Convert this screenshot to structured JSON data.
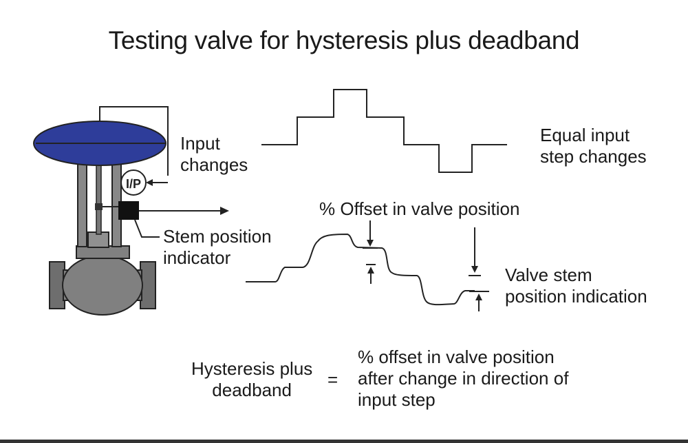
{
  "title": "Testing valve for hysteresis plus deadband",
  "labels": {
    "input_changes": [
      "Input",
      "changes"
    ],
    "ip_converter": "I/P",
    "stem_position_indicator": [
      "Stem position",
      "indicator"
    ],
    "equal_input_step_changes": [
      "Equal input",
      "step changes"
    ],
    "offset_in_valve_position": "% Offset in valve position",
    "valve_stem_position_indication": [
      "Valve stem",
      "position indication"
    ]
  },
  "equation": {
    "lhs": [
      "Hysteresis plus",
      "deadband"
    ],
    "operator": "=",
    "rhs": [
      "% offset in valve position",
      "after change in direction of",
      "input step"
    ]
  },
  "colors": {
    "actuator_diaphragm": "#2e3d9a",
    "valve_body": "#808080",
    "valve_body_dark": "#6e6e6e",
    "position_indicator": "#111111",
    "line": "#222222"
  }
}
